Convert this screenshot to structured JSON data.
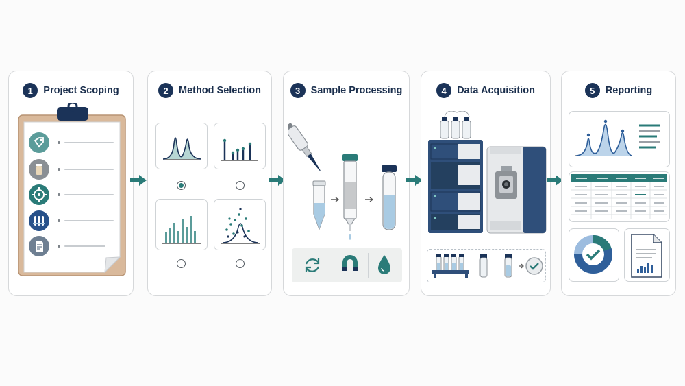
{
  "steps": [
    {
      "number": "1",
      "title": "Project Scoping"
    },
    {
      "number": "2",
      "title": "Method Selection"
    },
    {
      "number": "3",
      "title": "Sample Processing"
    },
    {
      "number": "4",
      "title": "Data Acquisition"
    },
    {
      "number": "5",
      "title": "Reporting"
    }
  ],
  "colors": {
    "navy": "#1b3358",
    "teal": "#2a7b78",
    "clipboard": "#d9b99b",
    "instrument_blue": "#2f4f7a",
    "liquid_blue": "#a9cbe3"
  },
  "icons": {
    "scoping": [
      "tag-icon",
      "vial-icon",
      "target-icon",
      "test-tubes-icon",
      "document-icon"
    ],
    "method": [
      "chromatogram-icon",
      "spectrum-icon",
      "bar-peaks-icon",
      "distribution-icon"
    ],
    "processing": [
      "pipette-icon",
      "centrifuge-tube-icon",
      "filter-column-icon",
      "sample-vial-icon",
      "recycle-icon",
      "magnet-icon",
      "droplet-icon"
    ],
    "acquisition": [
      "lc-ms-instrument-icon",
      "vial-rack-icon",
      "single-vial-icon",
      "filled-vial-icon",
      "check-circle-icon"
    ],
    "reporting": [
      "peak-chart-icon",
      "data-table-icon",
      "donut-check-icon",
      "report-document-icon"
    ]
  },
  "method_options": {
    "selected_index": 0
  }
}
